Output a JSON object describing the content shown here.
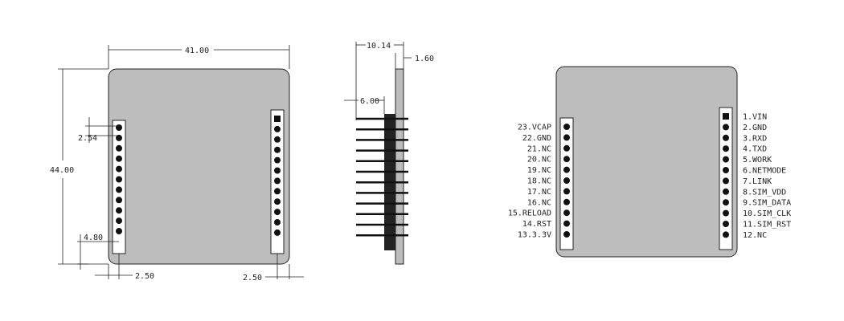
{
  "front_view": {
    "width_label": "41.00",
    "height_label": "44.00",
    "pitch_label": "2.54",
    "bottom_offset_label": "4.80",
    "left_offset_label": "2.50",
    "right_offset_label": "2.50"
  },
  "side_view": {
    "depth_label": "10.14",
    "pcb_thickness_label": "1.60",
    "pin_length_label": "6.00"
  },
  "pinout": {
    "right_pins": [
      "1.VIN",
      "2.GND",
      "3.RXD",
      "4.TXD",
      "5.WORK",
      "6.NETMODE",
      "7.LINK",
      "8.SIM_VDD",
      "9.SIM_DATA",
      "10.SIM_CLK",
      "11.SIM_RST",
      "12.NC"
    ],
    "left_pins": [
      "23.VCAP",
      "22.GND",
      "21.NC",
      "20.NC",
      "19.NC",
      "18.NC",
      "17.NC",
      "16.NC",
      "15.RELOAD",
      "14.RST",
      "13.3.3V"
    ]
  },
  "colors": {
    "board": "#bdbdbd",
    "outline": "#222222",
    "pin": "#111111"
  }
}
